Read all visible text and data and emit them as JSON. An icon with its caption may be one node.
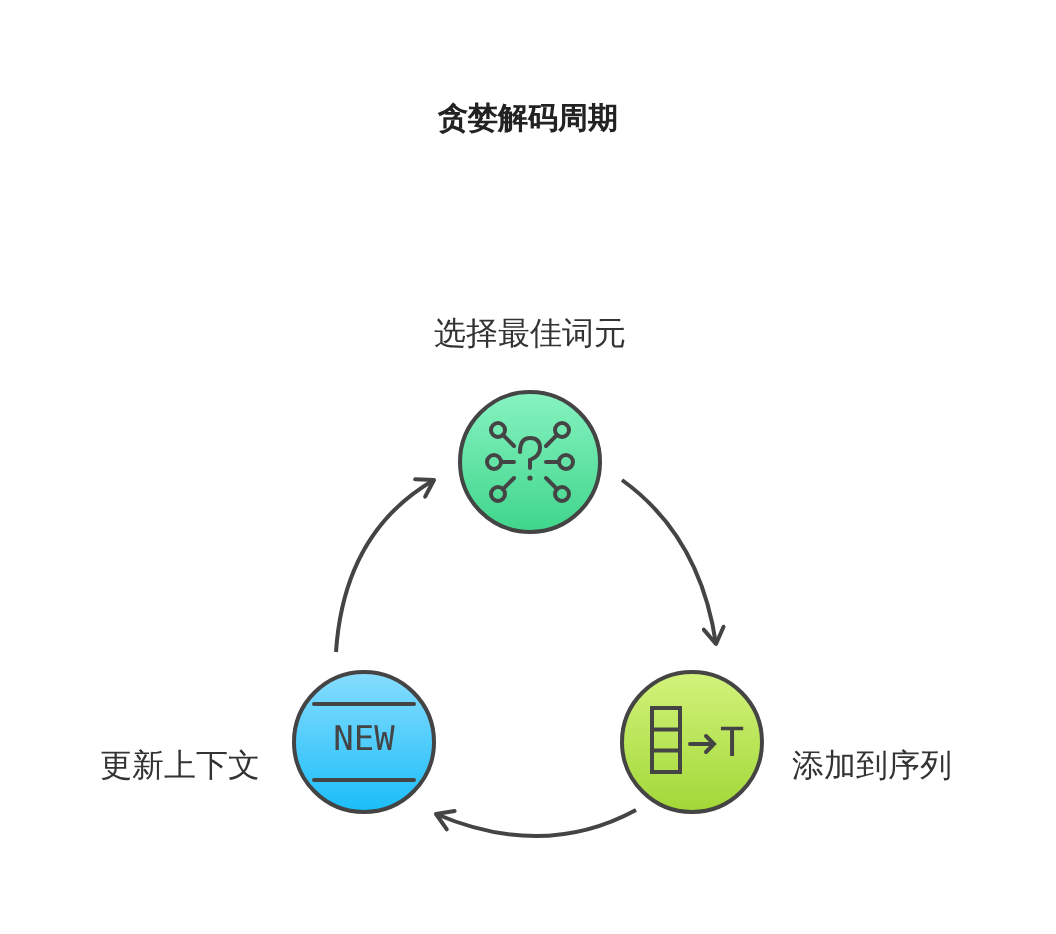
{
  "diagram": {
    "title": "贪婪解码周期",
    "nodes": [
      {
        "text": [
          "选择最佳词元"
        ]
      },
      {
        "text": [
          "添加到序列"
        ]
      },
      {
        "text": [
          "更新上下文"
        ]
      }
    ],
    "edges": [
      {
        "from": 0,
        "to": 1,
        "arrow": "to"
      },
      {
        "from": 1,
        "to": 2,
        "arrow": "to"
      },
      {
        "from": 2,
        "to": 0,
        "arrow": "to"
      }
    ],
    "labels": [
      "T",
      "NEW"
    ]
  }
}
